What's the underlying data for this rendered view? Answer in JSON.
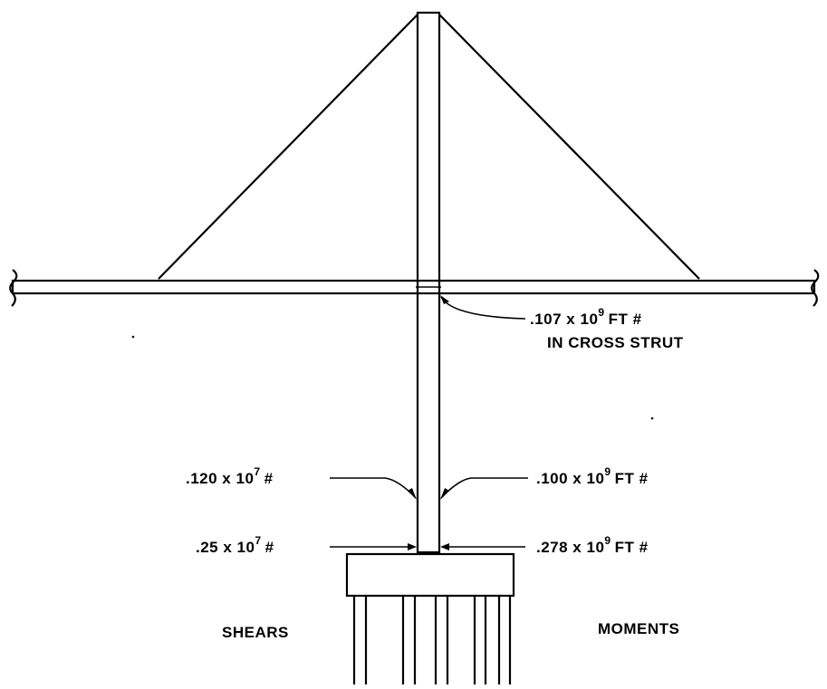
{
  "colors": {
    "ink": "#000000",
    "paper": "#ffffff"
  },
  "labels": {
    "cross_strut_moment": {
      "base": ".107 x 10",
      "exp": "9",
      "unit": "FT #"
    },
    "cross_strut_caption": "IN CROSS STRUT",
    "upper_shear": {
      "base": ".120 x 10",
      "exp": "7",
      "unit": "#"
    },
    "upper_moment": {
      "base": ".100 x 10",
      "exp": "9",
      "unit": "FT #"
    },
    "base_shear": {
      "base": ".25 x 10",
      "exp": "7",
      "unit": "#"
    },
    "base_moment": {
      "base": ".278 x 10",
      "exp": "9",
      "unit": "FT #"
    },
    "shears_title": "SHEARS",
    "moments_title": "MOMENTS"
  }
}
